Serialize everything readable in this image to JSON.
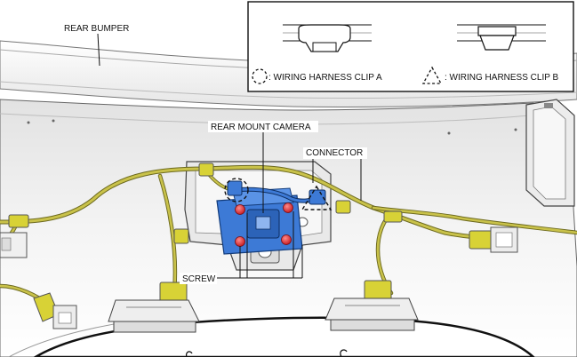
{
  "labels": {
    "rear_bumper": "REAR BUMPER",
    "rear_mount_camera": "REAR MOUNT CAMERA",
    "connector": "CONNECTOR",
    "screw": "SCREW"
  },
  "legend": {
    "clip_a": ": WIRING HARNESS CLIP A",
    "clip_b": ": WIRING HARNESS CLIP B"
  },
  "colors": {
    "harness": "#c9c24a",
    "harness_dark": "#6d6a1f",
    "camera_bracket": "#3d7ad6",
    "screw": "#e3222b",
    "clip_yellow": "#d8d236",
    "bumper_fill": "#f2f2f2",
    "panel_gray": "#dcdcdc"
  },
  "icons": {
    "clip_a": "dashed-circle-icon",
    "clip_b": "dashed-triangle-icon"
  }
}
